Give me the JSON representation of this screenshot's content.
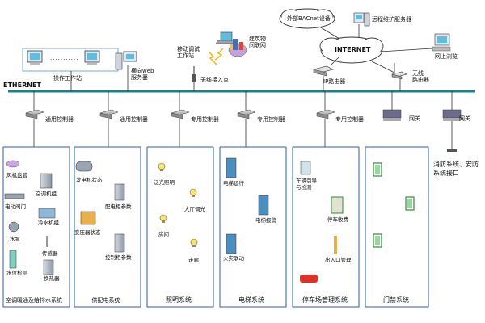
{
  "network": {
    "ethernet": "ETHERNET",
    "internet": "INTERNET",
    "bacnet_devices": "外部BACnet设备",
    "remote_server": "远程维护服务器",
    "web_browse": "网上浏览",
    "operator_station": "操作工作站",
    "web_server": "横向web\n服务器",
    "mobile_station": "移动调试\n工作站",
    "building_iot": "建筑物\n间联网",
    "wireless_ap": "无线接入点",
    "ip_router": "IP路由器",
    "wireless_router": "无线\n路由器",
    "dots": "..........."
  },
  "controllers": {
    "general_1": "通用控制器",
    "general_2": "通用控制器",
    "dedicated_1": "专用控制器",
    "dedicated_2": "专用控制器",
    "dedicated_3": "专用控制器",
    "gateway_1": "网关",
    "gateway_2": "网关"
  },
  "fire_interface": "消防系统、安防\n系统接口",
  "systems": [
    {
      "name": "空调暖通及给排水系统",
      "devices": [
        "风机盘管",
        "空调机组",
        "电动阀门",
        "冷水机组",
        "水泵",
        "传感器",
        "水位检测",
        "换热器"
      ]
    },
    {
      "name": "供配电系统",
      "devices": [
        "发电机状态",
        "配电柜参数",
        "变压器状态",
        "控制柜参数"
      ]
    },
    {
      "name": "照明系统",
      "devices": [
        "泛光照明",
        "大厅调光",
        "房间",
        "走廊"
      ]
    },
    {
      "name": "电梯系统",
      "devices": [
        "电梯运行",
        "电梯报警",
        "火灾联动"
      ]
    },
    {
      "name": "停车场管理系统",
      "devices": [
        "车辆引导\n与检测",
        "停车收费",
        "出入口管理"
      ]
    },
    {
      "name": "门禁系统",
      "devices": []
    }
  ]
}
